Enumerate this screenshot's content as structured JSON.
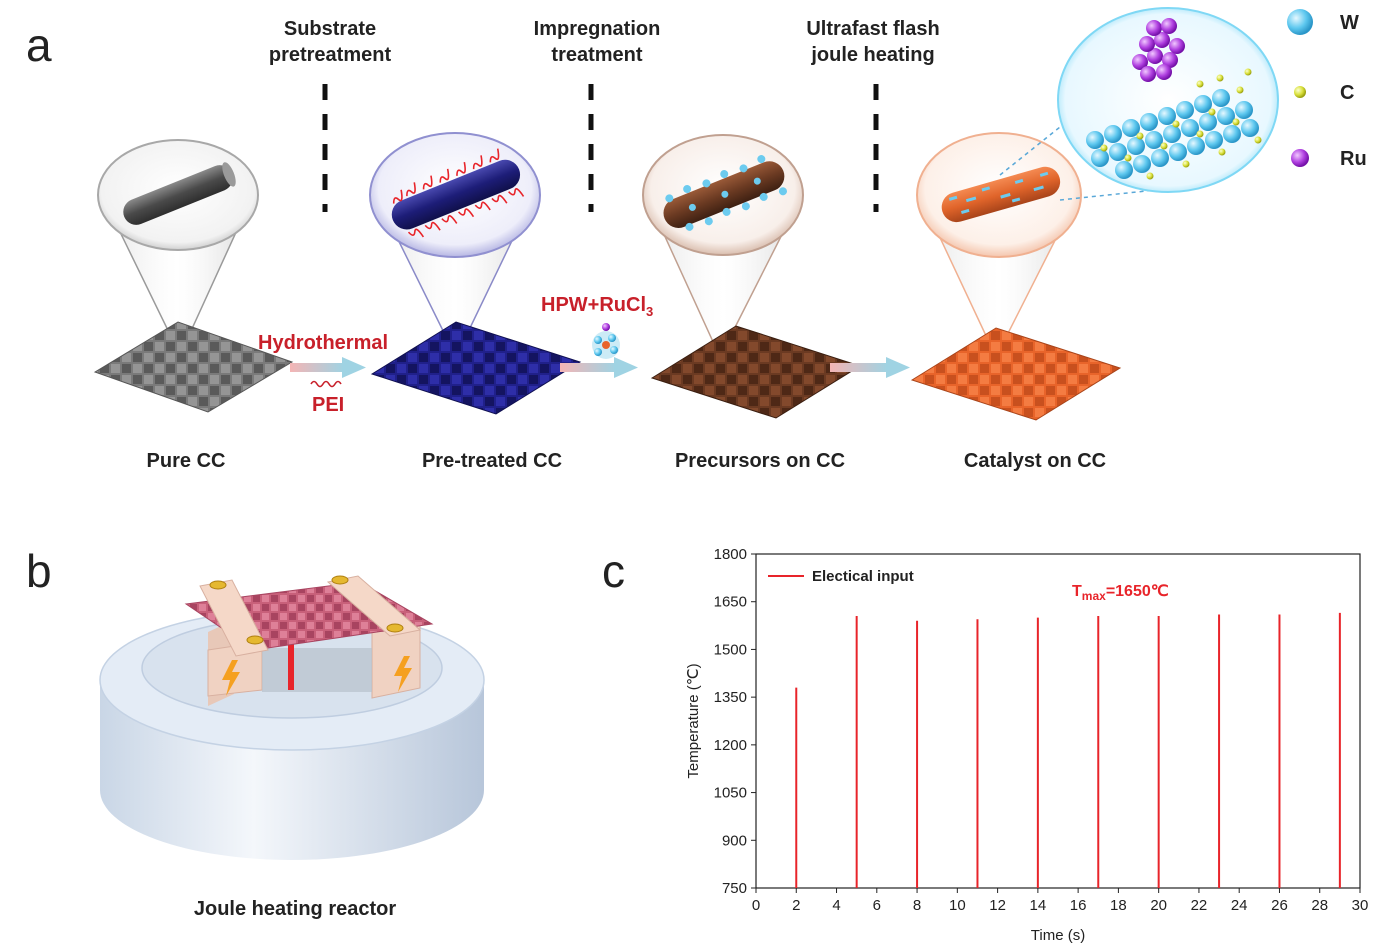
{
  "panels": {
    "a": "a",
    "b": "b",
    "c": "c"
  },
  "steps": [
    {
      "line1": "Substrate",
      "line2": "pretreatment"
    },
    {
      "line1": "Impregnation",
      "line2": "treatment"
    },
    {
      "line1": "Ultrafast flash",
      "line2": "joule heating"
    }
  ],
  "stages": [
    "Pure CC",
    "Pre-treated CC",
    "Precursors on CC",
    "Catalyst on CC"
  ],
  "arrows": {
    "hydrothermal": "Hydrothermal",
    "pei": "PEI",
    "reagent_main": "HPW+RuCl",
    "reagent_sub": "3"
  },
  "legend": [
    {
      "label": "W",
      "color": "#5ec8ef"
    },
    {
      "label": "C",
      "color": "#d9e03a"
    },
    {
      "label": "Ru",
      "color": "#b040e0"
    }
  ],
  "reactor_label": "Joule heating reactor",
  "colors": {
    "pure_cc": "#6b6b6b",
    "pretreated_cc": "#1e1e7a",
    "precursor_cc": "#6b3a22",
    "catalyst_cc": "#e8642a",
    "accent_red": "#c8202a",
    "pulse": "#e8242a"
  },
  "chart_data": {
    "type": "bar",
    "xlabel": "Time (s)",
    "ylabel": "Temperature (℃)",
    "xlim": [
      0,
      30
    ],
    "ylim": [
      750,
      1800
    ],
    "xticks": [
      0,
      2,
      4,
      6,
      8,
      10,
      12,
      14,
      16,
      18,
      20,
      22,
      24,
      26,
      28,
      30
    ],
    "yticks": [
      750,
      900,
      1050,
      1200,
      1350,
      1500,
      1650,
      1800
    ],
    "legend": "Electical input",
    "legend_position": "top-left",
    "annotation": {
      "main": "T",
      "sub": "max",
      "rest": "=1650℃"
    },
    "series": [
      {
        "name": "Electical input",
        "x": [
          2,
          5,
          8,
          11,
          14,
          17,
          20,
          23,
          26,
          29
        ],
        "y": [
          1380,
          1605,
          1590,
          1595,
          1600,
          1605,
          1605,
          1610,
          1610,
          1615
        ]
      }
    ]
  }
}
